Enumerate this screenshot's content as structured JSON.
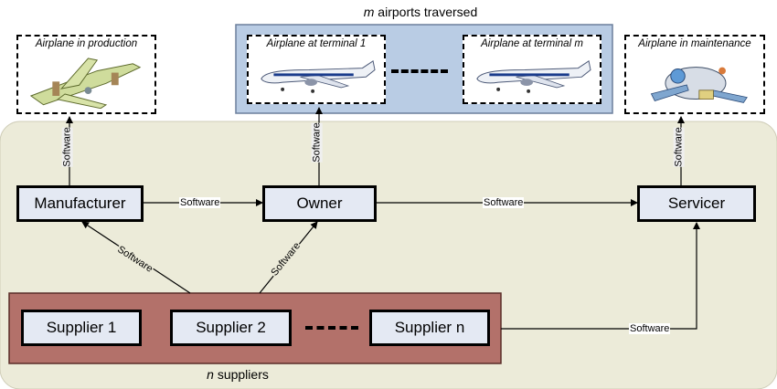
{
  "top_caption": {
    "var": "m",
    "text": " airports traversed"
  },
  "bottom_caption": {
    "var": "n",
    "text": " suppliers"
  },
  "airplanes": {
    "production": "Airplane in production",
    "terminal_1": "Airplane at terminal 1",
    "terminal_m": "Airplane at terminal m",
    "maintenance": "Airplane in maintenance"
  },
  "nodes": {
    "manufacturer": "Manufacturer",
    "owner": "Owner",
    "servicer": "Servicer",
    "supplier_1": "Supplier 1",
    "supplier_2": "Supplier 2",
    "supplier_n": "Supplier n"
  },
  "edge_label": "Software",
  "colors": {
    "main_region": "#ecebd9",
    "airport_region": "#b9cce4",
    "supplier_region": "#b3716a",
    "node_fill": "#e4e9f3"
  }
}
